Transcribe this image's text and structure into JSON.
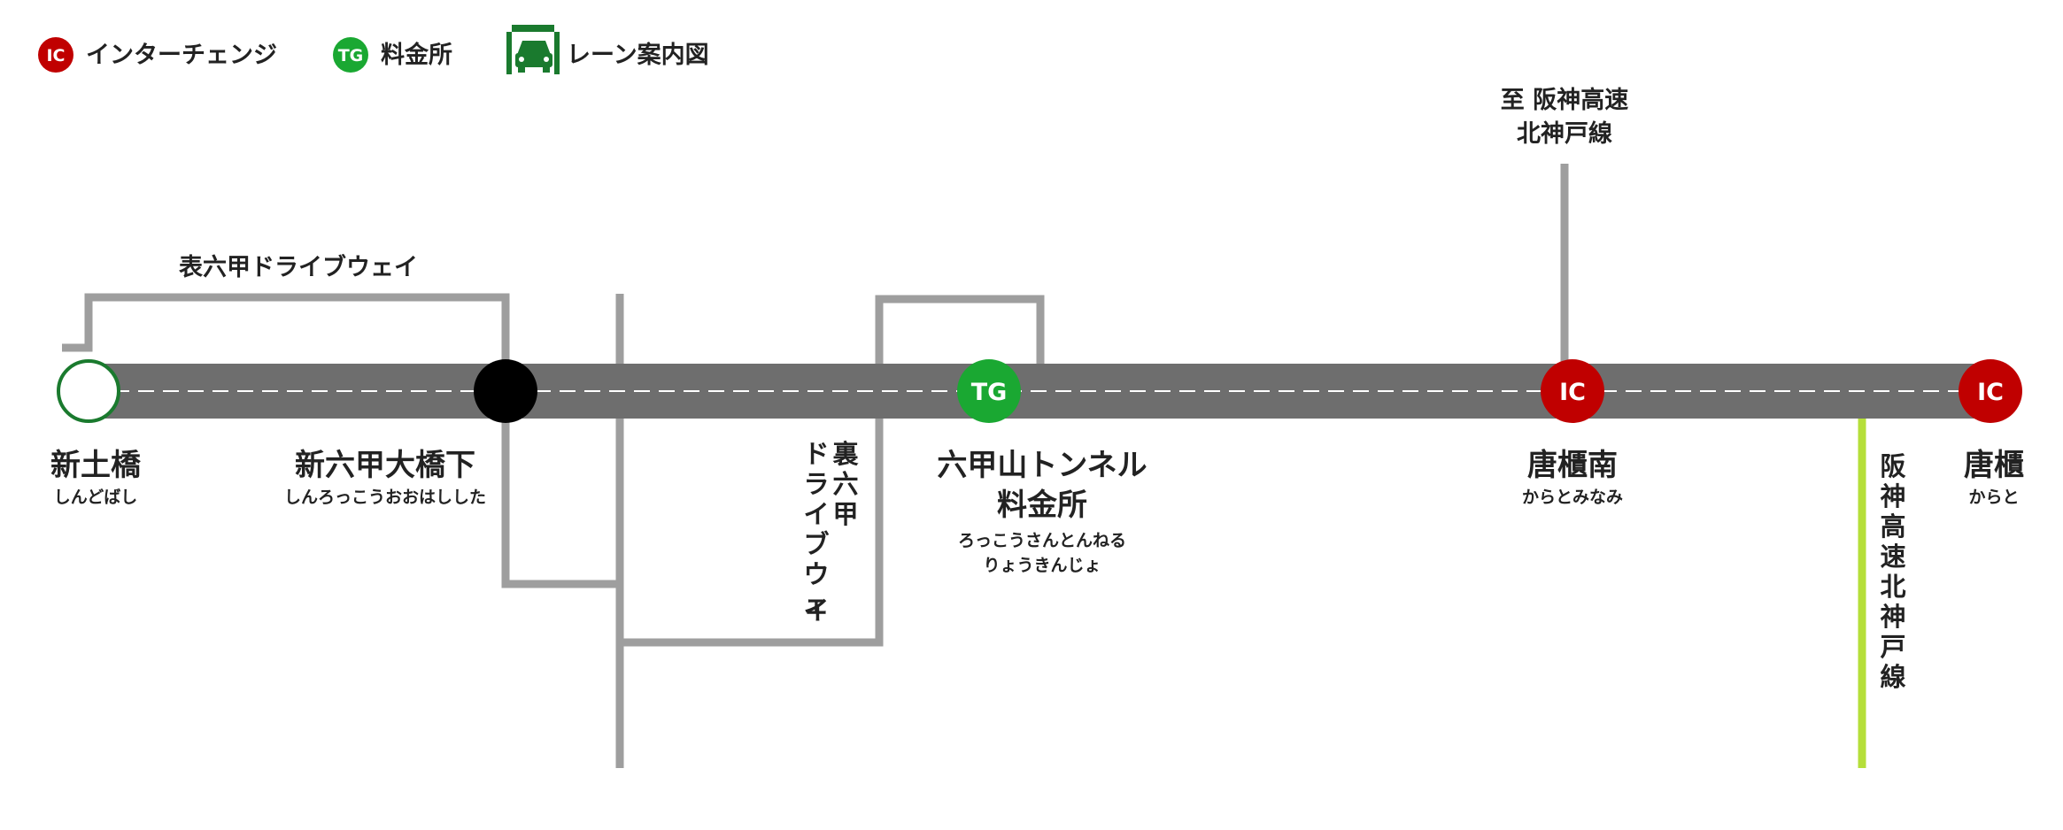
{
  "legend": {
    "ic_badge": "IC",
    "ic_label": "インターチェンジ",
    "tg_badge": "TG",
    "tg_label": "料金所",
    "lane_label": "レーン案内図"
  },
  "colors": {
    "road": "#6e6e6e",
    "connector": "#9e9e9e",
    "ic_red": "#c00000",
    "tg_green": "#1aa832",
    "hanshin_line": "#b5df3a",
    "lane_icon_green": "#1a7a2e"
  },
  "stations": {
    "shintsuchibashi": {
      "name": "新土橋",
      "kana": "しんどばし"
    },
    "shinrokko": {
      "name": "新六甲大橋下",
      "kana": "しんろっこうおおはしした"
    },
    "tunnel_toll": {
      "badge": "TG",
      "name1": "六甲山トンネル",
      "name2": "料金所",
      "kana1": "ろっこうさんとんねる",
      "kana2": "りょうきんじょ"
    },
    "karatominami": {
      "badge": "IC",
      "name": "唐櫃南",
      "kana": "からとみなみ"
    },
    "karato": {
      "badge": "IC",
      "name": "唐櫃",
      "kana": "からと"
    }
  },
  "labels": {
    "omote_rokko": "表六甲ドライブウェイ",
    "ura_rokko_col1": [
      "裏",
      "六",
      "甲"
    ],
    "ura_rokko_col2": [
      "ド",
      "ラ",
      "イ",
      "ブ",
      "ウ",
      "ェ",
      "イ"
    ],
    "to_hanshin_line1": "至 阪神高速",
    "to_hanshin_line2": "北神戸線",
    "hanshin_vertical": [
      "阪",
      "神",
      "高",
      "速",
      "北",
      "神",
      "戸",
      "線"
    ]
  }
}
